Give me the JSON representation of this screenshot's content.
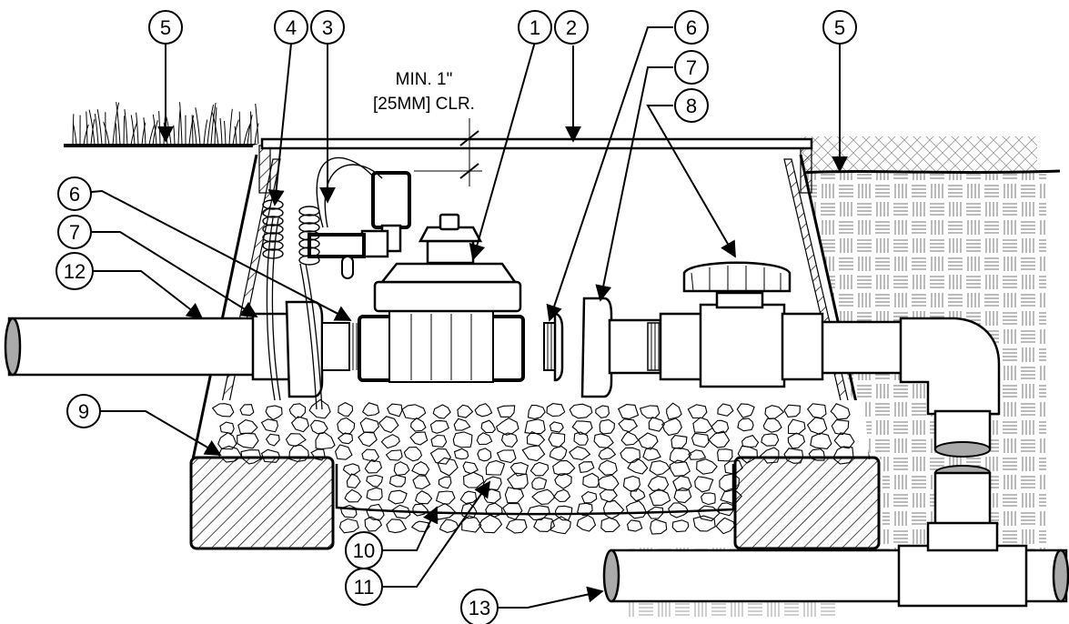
{
  "callouts": [
    {
      "label": "1"
    },
    {
      "label": "2"
    },
    {
      "label": "3"
    },
    {
      "label": "4"
    },
    {
      "label": "5"
    },
    {
      "label": "5"
    },
    {
      "label": "6"
    },
    {
      "label": "6"
    },
    {
      "label": "7"
    },
    {
      "label": "7"
    },
    {
      "label": "8"
    },
    {
      "label": "9"
    },
    {
      "label": "10"
    },
    {
      "label": "11"
    },
    {
      "label": "12"
    },
    {
      "label": "13"
    }
  ],
  "note": {
    "line1": "MIN. 1\"",
    "line2": "[25MM] CLR."
  }
}
